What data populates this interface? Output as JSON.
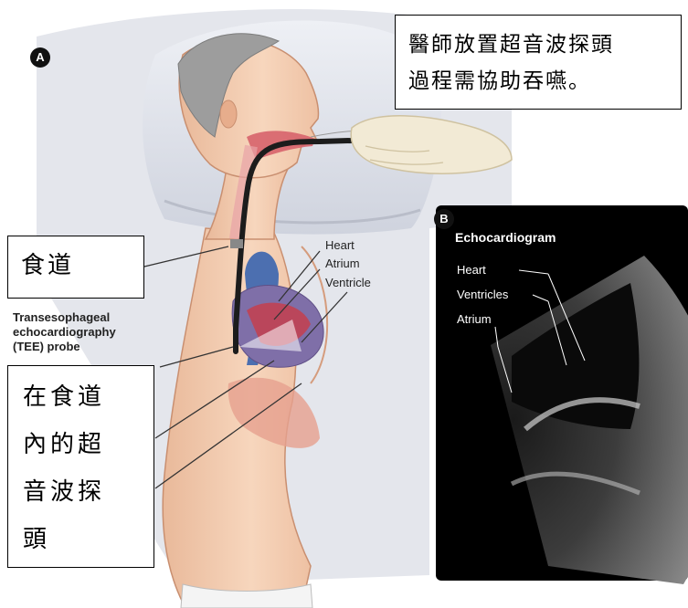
{
  "panels": {
    "a_label": "A",
    "b_label": "B"
  },
  "callouts": {
    "top_note_line1": "醫師放置超音波探頭",
    "top_note_line2": "過程需協助吞嚥。",
    "esophagus": "食道",
    "probe_lines": [
      "在食道",
      "內的超",
      "音波探",
      "頭"
    ]
  },
  "anatomy_labels": {
    "heart": "Heart",
    "atrium": "Atrium",
    "ventricle": "Ventricle"
  },
  "tee_label": [
    "Transesophageal",
    "echocardiography",
    "(TEE) probe"
  ],
  "echo": {
    "title": "Echocardiogram",
    "heart": "Heart",
    "ventricles": "Ventricles",
    "atrium": "Atrium"
  }
}
